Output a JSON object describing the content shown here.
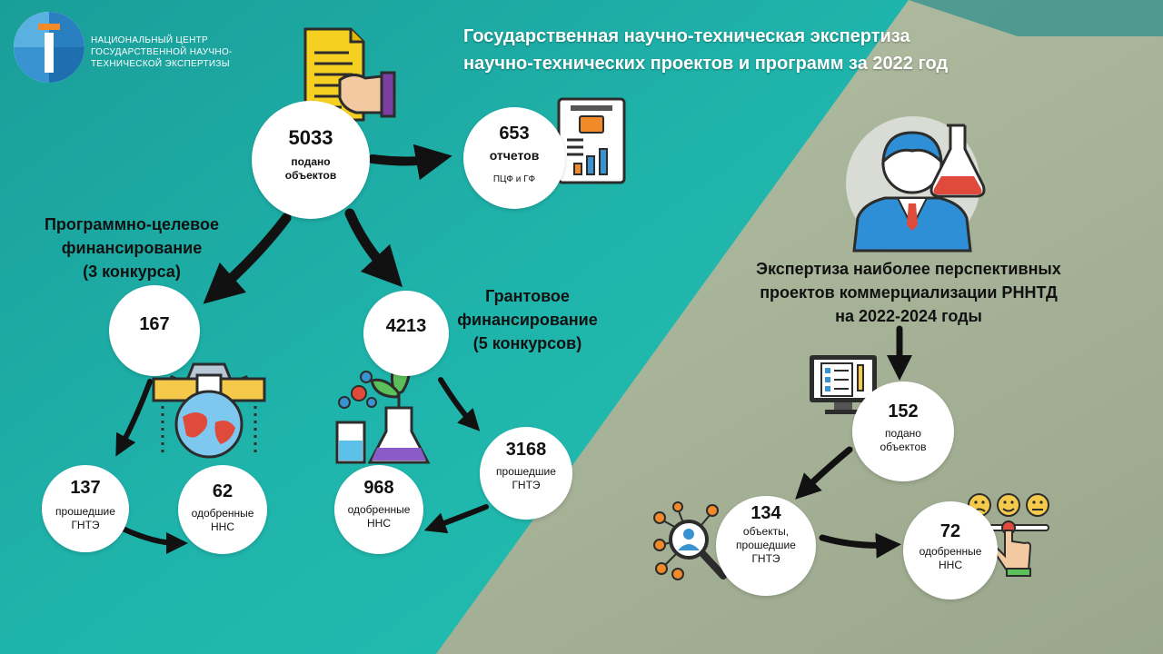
{
  "header": {
    "org_lines": [
      "НАЦИОНАЛЬНЫЙ ЦЕНТР",
      "ГОСУДАРСТВЕННОЙ НАУЧНО-",
      "ТЕХНИЧЕСКОЙ ЭКСПЕРТИЗЫ"
    ],
    "title_lines": [
      "Государственная научно-техническая экспертиза",
      "научно-технических проектов и программ за 2022 год"
    ]
  },
  "nodes": {
    "submitted": {
      "value": "5033",
      "lines": [
        "подано",
        "объектов"
      ]
    },
    "reports": {
      "value": "653",
      "label": "отчетов",
      "note": "ПЦФ и ГФ"
    },
    "ptf": {
      "value": "167"
    },
    "grant": {
      "value": "4213"
    },
    "ptf_passed": {
      "value": "137",
      "lines": [
        "прошедшие",
        "ГНТЭ"
      ]
    },
    "ptf_approved": {
      "value": "62",
      "lines": [
        "одобренные",
        "ННС"
      ]
    },
    "grant_approved": {
      "value": "968",
      "lines": [
        "одобренные",
        "ННС"
      ]
    },
    "grant_passed": {
      "value": "3168",
      "lines": [
        "прошедшие",
        "ГНТЭ"
      ]
    },
    "rnntd_submitted": {
      "value": "152",
      "lines": [
        "подано",
        "объектов"
      ]
    },
    "rnntd_passed": {
      "value": "134",
      "lines": [
        "объекты,",
        "прошедшие",
        "ГНТЭ"
      ]
    },
    "rnntd_approved": {
      "value": "72",
      "lines": [
        "одобренные",
        "ННС"
      ]
    }
  },
  "labels": {
    "ptf": [
      "Программно-целевое",
      "финансирование",
      "(3 конкурса)"
    ],
    "grant": [
      "Грантовое",
      "финансирование",
      "(5 конкурсов)"
    ],
    "rnntd": [
      "Экспертиза наиболее перспективных",
      "проектов коммерциализации РННТД",
      "на 2022-2024 годы"
    ]
  },
  "colors": {
    "teal": "#1fb3aa",
    "olive": "#aab69a",
    "arrow": "#111111"
  },
  "icons": [
    "logo-icon",
    "document-hand-icon",
    "report-chart-icon",
    "scientist-icon",
    "gear-flask-globe-icon",
    "plant-flask-icon",
    "computer-checklist-icon",
    "magnifier-network-icon",
    "smiley-rating-icon"
  ]
}
